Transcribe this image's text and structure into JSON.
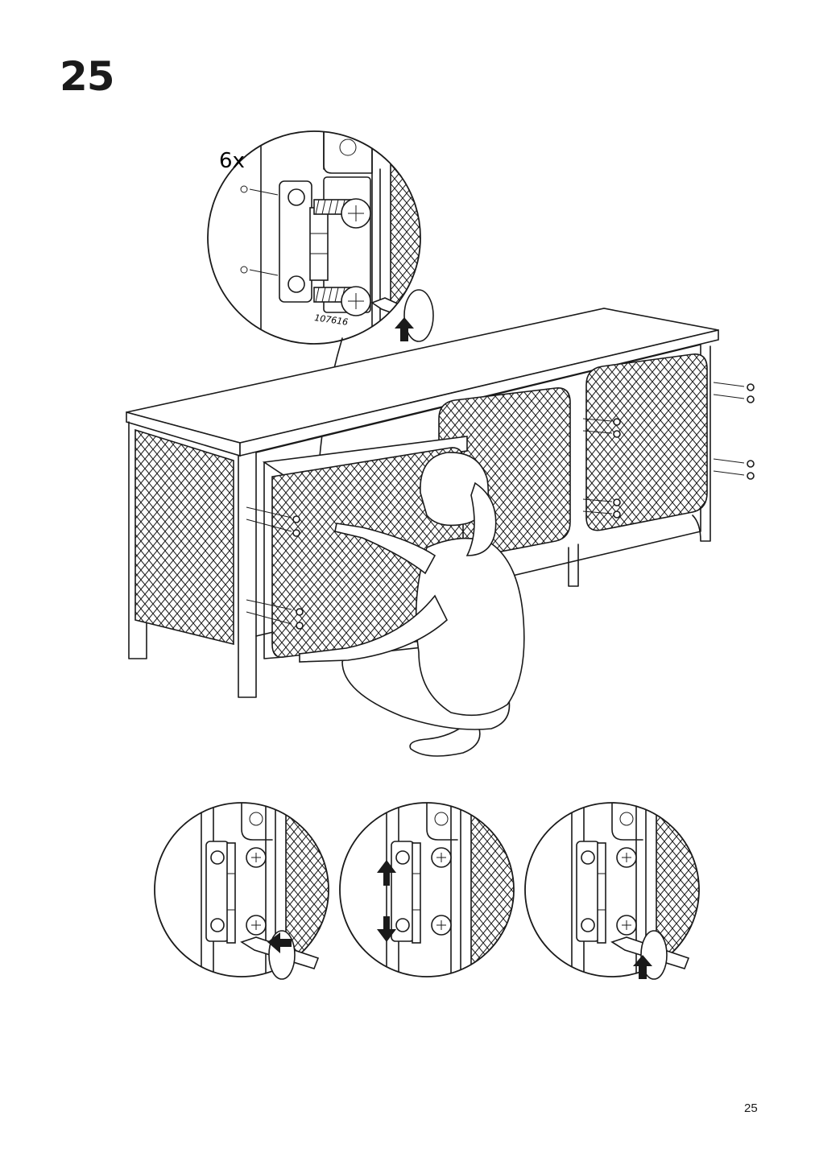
{
  "step": {
    "number": "25"
  },
  "detail": {
    "quantity": "6x",
    "part_number": "107616"
  },
  "page": {
    "number": "25"
  },
  "icons": [
    "screw-icon",
    "screwdriver-icon",
    "rotate-clockwise-arrow-icon",
    "rotate-counterclockwise-arrow-icon",
    "adjust-up-down-arrow-icon",
    "hinge-icon"
  ]
}
